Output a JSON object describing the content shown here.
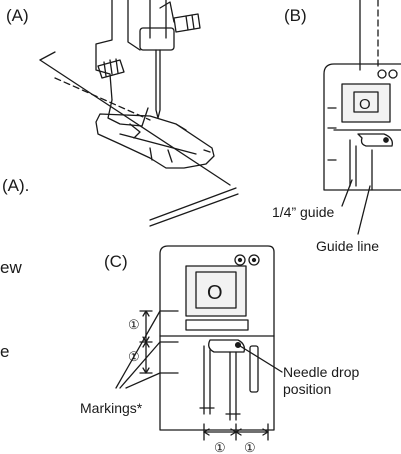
{
  "figures": {
    "a_label": "(A)",
    "b_label": "(B)",
    "c_label": "(C)"
  },
  "side_text": {
    "line1": "(A).",
    "line2": "ew",
    "line3": "e"
  },
  "callouts": {
    "quarter_inch_guide": "1/4” guide",
    "guide_line": "Guide line",
    "needle_drop_line1": "Needle drop",
    "needle_drop_line2": "position",
    "markings": "Markings*"
  },
  "plate": {
    "window_letter": "O",
    "dimension_marker": "①"
  },
  "colors": {
    "line": "#1a1a1a",
    "shade": "#bdbdbd",
    "window_fill": "#f2f2f2"
  }
}
